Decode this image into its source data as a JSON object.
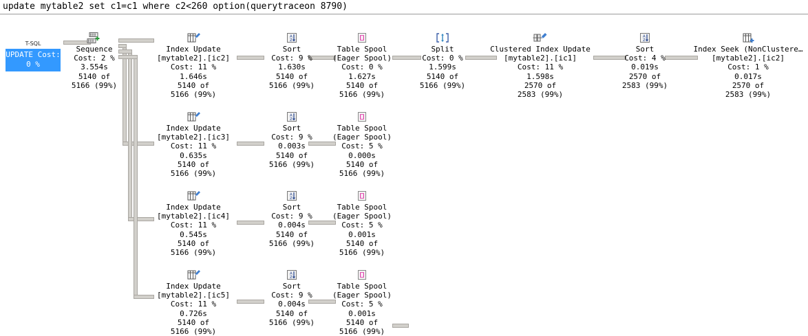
{
  "query": {
    "text": "update mytable2 set c1=c1 where c2<260 option(querytraceon 8790)"
  },
  "root": {
    "tsql_label": "T-SQL",
    "operation": "UPDATE",
    "cost": "Cost: 0 %",
    "selected_color": "#3399ff"
  },
  "nodes": {
    "sequence": {
      "icon": "sequence-icon",
      "op": "Sequence",
      "object": "",
      "cost": "Cost: 2 %",
      "time": "3.554s",
      "rows1": "5140 of",
      "rows2": "5166 (99%)"
    },
    "index_update_ic2": {
      "icon": "index-update-icon",
      "op": "Index Update",
      "object": "[mytable2].[ic2]",
      "cost": "Cost: 11 %",
      "time": "1.646s",
      "rows1": "5140 of",
      "rows2": "5166 (99%)"
    },
    "sort_1": {
      "icon": "sort-icon",
      "op": "Sort",
      "object": "",
      "cost": "Cost: 9 %",
      "time": "1.630s",
      "rows1": "5140 of",
      "rows2": "5166 (99%)"
    },
    "spool_1": {
      "icon": "table-spool-icon",
      "op": "Table Spool",
      "object": "(Eager Spool)",
      "cost": "Cost: 0 %",
      "time": "1.627s",
      "rows1": "5140 of",
      "rows2": "5166 (99%)"
    },
    "split": {
      "icon": "split-icon",
      "op": "Split",
      "object": "",
      "cost": "Cost: 0 %",
      "time": "1.599s",
      "rows1": "5140 of",
      "rows2": "5166 (99%)"
    },
    "clustered_index_update": {
      "icon": "clustered-index-update-icon",
      "op": "Clustered Index Update",
      "object": "[mytable2].[ic1]",
      "cost": "Cost: 11 %",
      "time": "1.598s",
      "rows1": "2570 of",
      "rows2": "2583 (99%)"
    },
    "sort_right": {
      "icon": "sort-icon",
      "op": "Sort",
      "object": "",
      "cost": "Cost: 4 %",
      "time": "0.019s",
      "rows1": "2570 of",
      "rows2": "2583 (99%)"
    },
    "index_seek": {
      "icon": "index-seek-icon",
      "op": "Index Seek (NonClustere…",
      "object": "[mytable2].[ic2]",
      "cost": "Cost: 1 %",
      "time": "0.017s",
      "rows1": "2570 of",
      "rows2": "2583 (99%)"
    },
    "index_update_ic3": {
      "icon": "index-update-icon",
      "op": "Index Update",
      "object": "[mytable2].[ic3]",
      "cost": "Cost: 11 %",
      "time": "0.635s",
      "rows1": "5140 of",
      "rows2": "5166 (99%)"
    },
    "sort_2": {
      "icon": "sort-icon",
      "op": "Sort",
      "object": "",
      "cost": "Cost: 9 %",
      "time": "0.003s",
      "rows1": "5140 of",
      "rows2": "5166 (99%)"
    },
    "spool_2": {
      "icon": "table-spool-icon",
      "op": "Table Spool",
      "object": "(Eager Spool)",
      "cost": "Cost: 5 %",
      "time": "0.000s",
      "rows1": "5140 of",
      "rows2": "5166 (99%)"
    },
    "index_update_ic4": {
      "icon": "index-update-icon",
      "op": "Index Update",
      "object": "[mytable2].[ic4]",
      "cost": "Cost: 11 %",
      "time": "0.545s",
      "rows1": "5140 of",
      "rows2": "5166 (99%)"
    },
    "sort_3": {
      "icon": "sort-icon",
      "op": "Sort",
      "object": "",
      "cost": "Cost: 9 %",
      "time": "0.004s",
      "rows1": "5140 of",
      "rows2": "5166 (99%)"
    },
    "spool_3": {
      "icon": "table-spool-icon",
      "op": "Table Spool",
      "object": "(Eager Spool)",
      "cost": "Cost: 5 %",
      "time": "0.001s",
      "rows1": "5140 of",
      "rows2": "5166 (99%)"
    },
    "index_update_ic5": {
      "icon": "index-update-icon",
      "op": "Index Update",
      "object": "[mytable2].[ic5]",
      "cost": "Cost: 11 %",
      "time": "0.726s",
      "rows1": "5140 of",
      "rows2": "5166 (99%)"
    },
    "sort_4": {
      "icon": "sort-icon",
      "op": "Sort",
      "object": "",
      "cost": "Cost: 9 %",
      "time": "0.004s",
      "rows1": "5140 of",
      "rows2": "5166 (99%)"
    },
    "spool_4": {
      "icon": "table-spool-icon",
      "op": "Table Spool",
      "object": "(Eager Spool)",
      "cost": "Cost: 5 %",
      "time": "0.001s",
      "rows1": "5140 of",
      "rows2": "5166 (99%)"
    }
  }
}
